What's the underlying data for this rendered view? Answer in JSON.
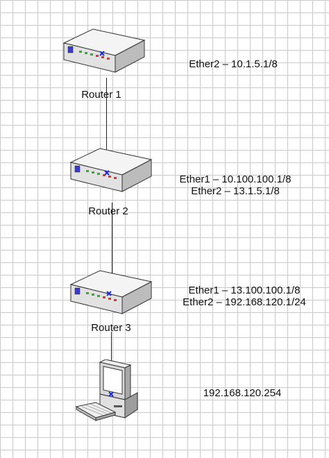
{
  "routers": [
    {
      "label": "Router 1",
      "interfaces": [
        "Ether2 – 10.1.5.1/8"
      ]
    },
    {
      "label": "Router 2",
      "interfaces": [
        "Ether1 – 10.100.100.1/8",
        "Ether2 – 13.1.5.1/8"
      ]
    },
    {
      "label": "Router 3",
      "interfaces": [
        "Ether1 – 13.100.100.1/8",
        "Ether2 – 192.168.120.1/24"
      ]
    }
  ],
  "host": {
    "address": "192.168.120.254"
  },
  "icons": {
    "router": "router-icon",
    "host": "workstation-icon"
  }
}
